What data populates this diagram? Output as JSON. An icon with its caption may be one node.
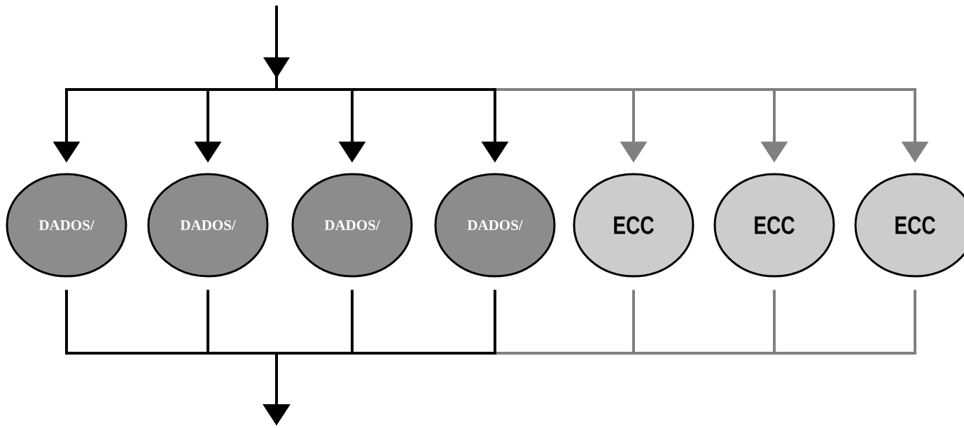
{
  "diagram": {
    "nodes": [
      {
        "text": [
          "DADOS/"
        ]
      },
      {
        "text": [
          "DADOS/"
        ]
      },
      {
        "text": [
          "DADOS/"
        ]
      },
      {
        "text": [
          "DADOS/"
        ]
      },
      {
        "text": [
          "ECC"
        ]
      },
      {
        "text": [
          "ECC"
        ]
      },
      {
        "text": [
          "ECC"
        ]
      }
    ],
    "edges": [
      {
        "from": null,
        "to": 0,
        "arrow": "to"
      },
      {
        "from": null,
        "to": 1,
        "arrow": "to"
      },
      {
        "from": null,
        "to": 2,
        "arrow": "to"
      },
      {
        "from": null,
        "to": 3,
        "arrow": "to"
      },
      {
        "from": null,
        "to": 4,
        "arrow": "to",
        "color": "#808080"
      },
      {
        "from": null,
        "to": 5,
        "arrow": "to",
        "color": "#808080"
      },
      {
        "from": null,
        "to": 6,
        "arrow": "to",
        "color": "#808080"
      },
      {
        "from": 0,
        "to": null,
        "arrow": "to"
      },
      {
        "from": 1,
        "to": null,
        "arrow": "to"
      },
      {
        "from": 2,
        "to": null,
        "arrow": "to"
      },
      {
        "from": 3,
        "to": null,
        "arrow": "to"
      },
      {
        "from": 4,
        "to": null,
        "arrow": "to",
        "color": "#808080"
      },
      {
        "from": 5,
        "to": null,
        "arrow": "to",
        "color": "#808080"
      },
      {
        "from": 6,
        "to": null,
        "arrow": "to",
        "color": "#808080"
      }
    ]
  }
}
